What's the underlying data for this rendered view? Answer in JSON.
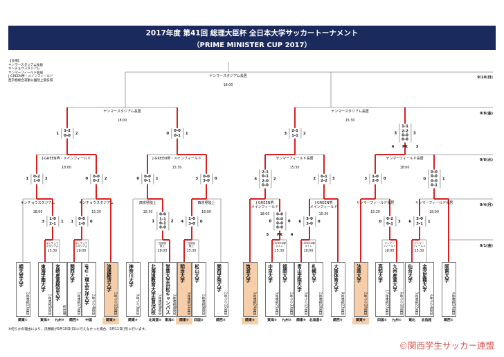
{
  "header": {
    "title": "2017年度 第41回 総理大臣杯 全日本大学サッカートーナメント",
    "subtitle": "（PRIME MINISTER CUP 2017）"
  },
  "legend": {
    "heading": "【会場】",
    "venues": [
      "ヤンマースタジアム長居",
      "キンチョウスタジアム",
      "ヤンマーフィールド長居",
      "J-GREEN堺・メインフィールド",
      "西京極総合運動公園陸上競技場"
    ]
  },
  "dates": {
    "final": "9/10(日)",
    "sf": "9/8(金)",
    "qf": "9/6(水)",
    "r2": "9/4(月)",
    "r1": "9/1(金)"
  },
  "colors": {
    "winner_line": "#d62020",
    "line": "#888888",
    "highlight": "#f6ceaa",
    "title_bg": "#1b2a5c"
  },
  "teams": [
    {
      "name": "順天堂大学",
      "record": "2年連続13回目",
      "region": "関東①",
      "hl": false
    },
    {
      "name": "東海学園大学",
      "record": "2年連続5回目",
      "region": "東海③",
      "hl": false
    },
    {
      "name": "宮崎産業経営大学",
      "record": "初出場",
      "region": "九州③",
      "hl": false
    },
    {
      "name": "関西大学",
      "record": "2年連続17回目",
      "region": "関西④",
      "hl": false
    },
    {
      "name": "IPU・環太平洋大学",
      "record": "2年ぶり4回目",
      "region": "中国",
      "hl": false
    },
    {
      "name": "流通経済大学",
      "record": "2年ぶり12回目",
      "region": "関東⑤",
      "hl": true
    },
    {
      "name": "神奈川大学",
      "record": "9年ぶり3回目",
      "region": "関東③",
      "hl": false
    },
    {
      "name": "北海道教育大学岩見沢校",
      "record": "3年連続8回目",
      "region": "北海道①",
      "hl": false
    },
    {
      "name": "常葉大学浜松キャンパス",
      "record": "3年連続8回目",
      "region": "東海①",
      "hl": false
    },
    {
      "name": "明治大学",
      "record": "3年連続14回目",
      "region": "関東⑦",
      "hl": true
    },
    {
      "name": "松山大学",
      "record": "2年連続9回目",
      "region": "四国②",
      "hl": false
    },
    {
      "name": "関西学院大学",
      "record": "2年ぶり15回目",
      "region": "関西②",
      "hl": false
    },
    {
      "name": "筑波大学",
      "record": "3年連続24回目",
      "region": "関東②",
      "hl": true
    },
    {
      "name": "中京大学",
      "record": "3年連続25回目",
      "region": "東海②",
      "hl": false
    },
    {
      "name": "福岡大学",
      "record": "2年ぶり33回目",
      "region": "九州②",
      "hl": false
    },
    {
      "name": "青山学院大学",
      "record": "3年ぶり12回目",
      "region": "関東⑥",
      "hl": false
    },
    {
      "name": "札幌大学",
      "record": "2年連続28回目",
      "region": "北海道②",
      "hl": false
    },
    {
      "name": "大阪体育大学",
      "record": "8年連続23回目",
      "region": "関西⑤",
      "hl": false
    },
    {
      "name": "法政大学",
      "record": "2年ぶり20回目",
      "region": "関東④",
      "hl": true
    },
    {
      "name": "高知大学",
      "record": "17年連続27回目",
      "region": "四国①",
      "hl": false
    },
    {
      "name": "九州産業大学",
      "record": "6年ぶり10回目",
      "region": "九州①",
      "hl": false
    },
    {
      "name": "仙台大学",
      "record": "3年連続22回目",
      "region": "東北",
      "hl": false
    },
    {
      "name": "金沢星稜大学",
      "record": "4年ぶり4回目",
      "region": "北信越",
      "hl": false
    },
    {
      "name": "阪南大学",
      "record": "4年連続14回目",
      "region": "関西①",
      "hl": false
    }
  ],
  "matches": {
    "r1a": {
      "venue": [
        "キンチョウ",
        "スタジアム"
      ],
      "time": "15:30",
      "score": {
        "l": "3",
        "r": "1",
        "halves": [
          "1-0",
          "2-1"
        ]
      },
      "winner": "L"
    },
    "r1b": {
      "venue": [
        "キンチョウ",
        "スタジアム"
      ],
      "time": "18:00",
      "score": {
        "l": "1",
        "r": "0",
        "halves": [
          "0-0",
          "1-0"
        ]
      },
      "winner": "L"
    },
    "r1c": {
      "venue": [
        "西京極",
        "陸上"
      ],
      "time": "18:00",
      "score": {
        "l": "1",
        "r": "2",
        "halves": [
          "0-0",
          "1-1",
          "0-1",
          "0-0"
        ]
      },
      "winner": "R"
    },
    "r1d": {
      "venue": [
        "西京極",
        "陸上"
      ],
      "time": "15:30",
      "score": {
        "l": "4",
        "r": "0",
        "halves": [
          "1-0",
          "3-0"
        ]
      },
      "winner": "L"
    },
    "r1e": {
      "venue": [
        "J-GREEN堺",
        "メイン"
      ],
      "time": "15:30",
      "score": {
        "l": "0",
        "r": "0",
        "halves": [
          "0-0",
          "0-0",
          "0-0",
          "0-0"
        ],
        "pk": [
          "5",
          "PK",
          "4"
        ]
      },
      "winner": "L"
    },
    "r1f": {
      "venue": [
        "J-GREEN堺",
        "メイン"
      ],
      "time": "18:00",
      "score": {
        "l": "6",
        "r": "0",
        "halves": [
          "3-0",
          "3-0"
        ]
      },
      "winner": "L"
    },
    "r1g": {
      "venue": [
        "ヤンマー",
        "フィールド"
      ],
      "time": "18:00",
      "score": {
        "l": "0",
        "r": "3",
        "halves": [
          "0-2",
          "0-1"
        ]
      },
      "winner": "R"
    },
    "r1h": {
      "venue": [
        "ヤンマー",
        "フィールド"
      ],
      "time": "15:30",
      "score": {
        "l": "6",
        "r": "1",
        "halves": [
          "3-0",
          "3-1"
        ]
      },
      "winner": "L"
    },
    "r2a": {
      "venue": [
        "キンチョウスタジアム"
      ],
      "time": "18:00",
      "score": {
        "l": "1",
        "r": "2",
        "halves": [
          "0-2",
          "1-0"
        ]
      },
      "winner": "R"
    },
    "r2b": {
      "venue": [
        "キンチョウスタジアム"
      ],
      "time": "15:30",
      "score": {
        "l": "0",
        "r": "2",
        "halves": [
          "0-0",
          "0-2"
        ]
      },
      "winner": "R"
    },
    "r2c": {
      "venue": [
        "西京極陸上"
      ],
      "time": "15:30",
      "score": {
        "l": "0",
        "r": "1",
        "halves": [
          "0-0",
          "0-1"
        ]
      },
      "winner": "R"
    },
    "r2d": {
      "venue": [
        "西京極陸上"
      ],
      "time": "18:00",
      "score": {
        "l": "3",
        "r": "0",
        "halves": [
          "0-0",
          "3-0"
        ]
      },
      "winner": "L"
    },
    "r2e": {
      "venue": [
        "J-GREEN堺",
        "メインフィールド"
      ],
      "time": "18:00",
      "score": {
        "l": "4",
        "r": "2",
        "halves": [
          "2-1",
          "0-1",
          "2-0",
          "0-0"
        ]
      },
      "winner": "L"
    },
    "r2f": {
      "venue": [
        "J-GREEN堺",
        "メインフィールド"
      ],
      "time": "15:30",
      "score": {
        "l": "2",
        "r": "3",
        "halves": [
          "0-1",
          "2-2"
        ]
      },
      "winner": "R"
    },
    "r2g": {
      "venue": [
        "ヤンマーフィールド長居"
      ],
      "time": "15:30",
      "score": {
        "l": "3",
        "r": "0",
        "halves": [
          "1-0",
          "2-0"
        ]
      },
      "winner": "L"
    },
    "r2h": {
      "venue": [
        "ヤンマーフィールド長居"
      ],
      "time": "18:00",
      "score": {
        "l": "0",
        "r": "1",
        "halves": [
          "0-0",
          "0-0",
          "0-0",
          "0-1"
        ]
      },
      "winner": "R"
    },
    "qf1": {
      "venue": [
        "J-GREEN堺・メインフィールド"
      ],
      "time": "18:00",
      "score": {
        "l": "1",
        "r": "2",
        "halves": [
          "1-2",
          "0-0"
        ]
      },
      "winner": "R"
    },
    "qf2": {
      "venue": [
        "J-GREEN堺・メインフィールド"
      ],
      "time": "15:30",
      "score": {
        "l": "0",
        "r": "1",
        "halves": [
          "0-0",
          "0-1"
        ]
      },
      "winner": "R"
    },
    "qf3": {
      "venue": [
        "ヤンマーフィールド長居"
      ],
      "time": "15:30",
      "score": {
        "l": "3",
        "r": "2",
        "halves": [
          "2-1",
          "1-1"
        ]
      },
      "winner": "L"
    },
    "qf4": {
      "venue": [
        "ヤンマーフィールド長居"
      ],
      "time": "18:00",
      "score": {
        "l": "3",
        "r": "3",
        "halves": [
          "1-1",
          "2-2",
          "0-0",
          "0-0"
        ],
        "pk": [
          "4",
          "PK",
          "3"
        ]
      },
      "winner": "L"
    },
    "sfL": {
      "venue": [
        "ヤンマースタジアム長居"
      ],
      "time": "18:00"
    },
    "sfR": {
      "venue": [
        "ヤンマースタジアム長居"
      ],
      "time": "15:30"
    },
    "final": {
      "venue": [
        "ヤンマースタジアム長居"
      ],
      "time": "18:00"
    }
  },
  "footer": {
    "note": "※何らかの理由により、決勝戦が9月10日(日)に行えなかった場合、9月11日(月)に行います。",
    "copyright": "©関西学生サッカー連盟"
  }
}
